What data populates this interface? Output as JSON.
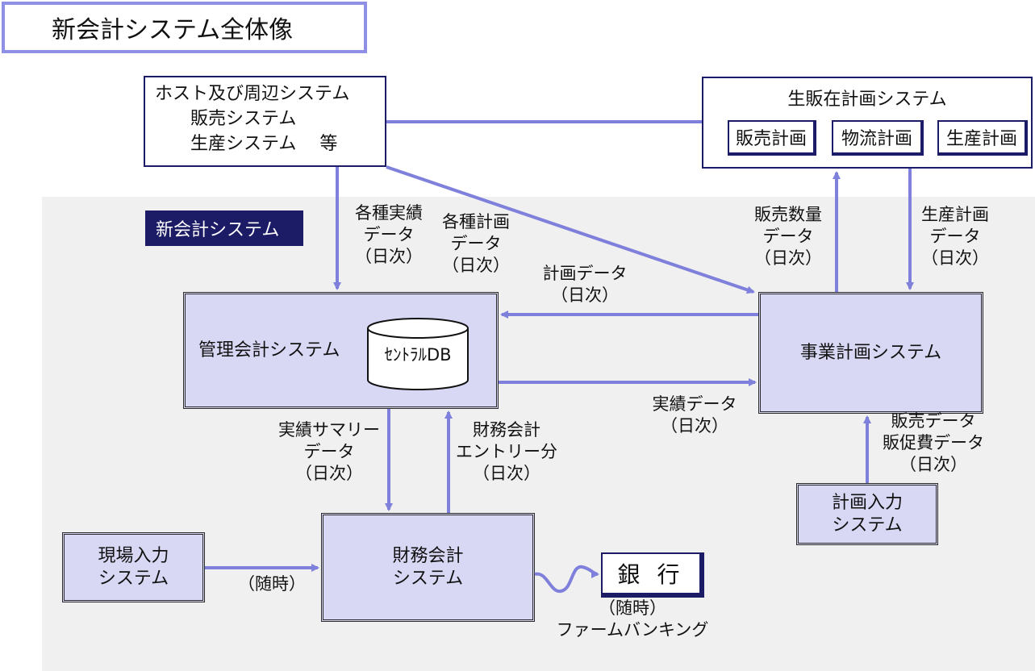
{
  "title": "新会計システム全体像",
  "host_system": {
    "lines": [
      "ホスト及び周辺システム",
      "　　販売システム",
      "　　生産システム　 等"
    ]
  },
  "production_sales_plan_system": {
    "title": "生販在計画システム",
    "sub_boxes": [
      "販売計画",
      "物流計画",
      "生産計画"
    ]
  },
  "new_accounting_label": "新会計システム",
  "management_accounting": {
    "label": "管理会計システム",
    "db_label": "ｾﾝﾄﾗﾙDB"
  },
  "business_plan": {
    "label": "事業計画システム"
  },
  "financial_accounting": {
    "label": "財務会計\nシステム"
  },
  "field_input": {
    "label": "現場入力\nシステム"
  },
  "plan_input": {
    "label": "計画入力\nシステム"
  },
  "bank": {
    "label": "銀 行"
  },
  "flows": {
    "actuals_various": "各種実績\nデータ\n（日次）",
    "plans_various": "各種計画\nデータ\n（日次）",
    "sales_qty": "販売数量\nデータ\n（日次）",
    "production_plan": "生産計画\nデータ\n（日次）",
    "plan_data": "計画データ\n（日次）",
    "actual_data": "実績データ\n（日次）",
    "actual_summary": "実績サマリー\nデータ\n（日次）",
    "finance_entry": "財務会計\nエントリー分\n（日次）",
    "sales_promo": "販売データ\n販促費データ\n（日次）",
    "as_needed": "（随時）",
    "firm_banking": "（随時）\nファームバンキング"
  },
  "colors": {
    "arrow": "#7f7fdc",
    "box_fill": "#d8d8f5",
    "label_bg": "#1c1c66",
    "title_border": "#8f8fe6",
    "background_panel": "#f0f0f0"
  }
}
